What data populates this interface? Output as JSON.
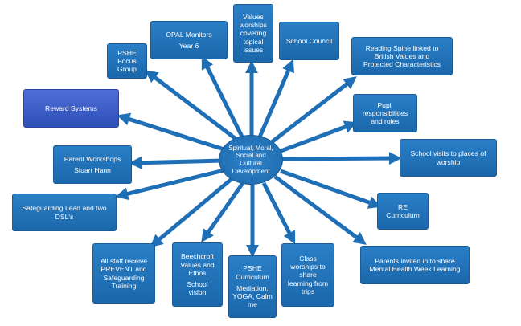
{
  "center": {
    "label": "Spiritual, Moral, Social and Cultural Development"
  },
  "nodes": [
    {
      "id": "pshe-focus",
      "lines": [
        "PSHE",
        "Focus",
        "Group"
      ]
    },
    {
      "id": "opal",
      "lines": [
        "OPAL Monitors",
        "Year 6"
      ]
    },
    {
      "id": "values-worships",
      "lines": [
        "Values",
        "worships",
        "covering",
        "topical",
        "issues"
      ]
    },
    {
      "id": "school-council",
      "lines": [
        "School Council"
      ]
    },
    {
      "id": "reading-spine",
      "lines": [
        "Reading Spine linked to",
        "British Values and",
        "Protected Characteristics"
      ]
    },
    {
      "id": "reward",
      "lines": [
        "Reward Systems"
      ]
    },
    {
      "id": "pupil-resp",
      "lines": [
        "Pupil",
        "responsibilities",
        "and roles"
      ]
    },
    {
      "id": "parent-workshops",
      "lines": [
        "Parent Workshops",
        "Stuart Hann"
      ]
    },
    {
      "id": "school-visits",
      "lines": [
        "School visits to places of",
        "worship"
      ]
    },
    {
      "id": "safeguarding",
      "lines": [
        "Safeguarding Lead and two",
        "DSL's"
      ]
    },
    {
      "id": "re",
      "lines": [
        "RE",
        "Curriculum"
      ]
    },
    {
      "id": "all-staff",
      "lines": [
        "All staff receive",
        "PREVENT and",
        "Safeguarding",
        "Training"
      ]
    },
    {
      "id": "beechcroft",
      "lines": [
        "Beechcroft",
        "Values and",
        "Ethos",
        "School",
        "vision"
      ]
    },
    {
      "id": "pshe-curriculum",
      "lines": [
        "PSHE",
        "Curriculum",
        "Mediation,",
        "YOGA, Calm",
        "me"
      ]
    },
    {
      "id": "class-worships",
      "lines": [
        "Class",
        "worships to",
        "share",
        "learning from",
        "trips"
      ]
    },
    {
      "id": "parents-invited",
      "lines": [
        "Parents invited in to share",
        "Mental Health Week Learning"
      ]
    }
  ],
  "colors": {
    "box": "#1f6fb6",
    "arrow": "#1f6fb6",
    "reward_box": "#3d5fcc"
  }
}
